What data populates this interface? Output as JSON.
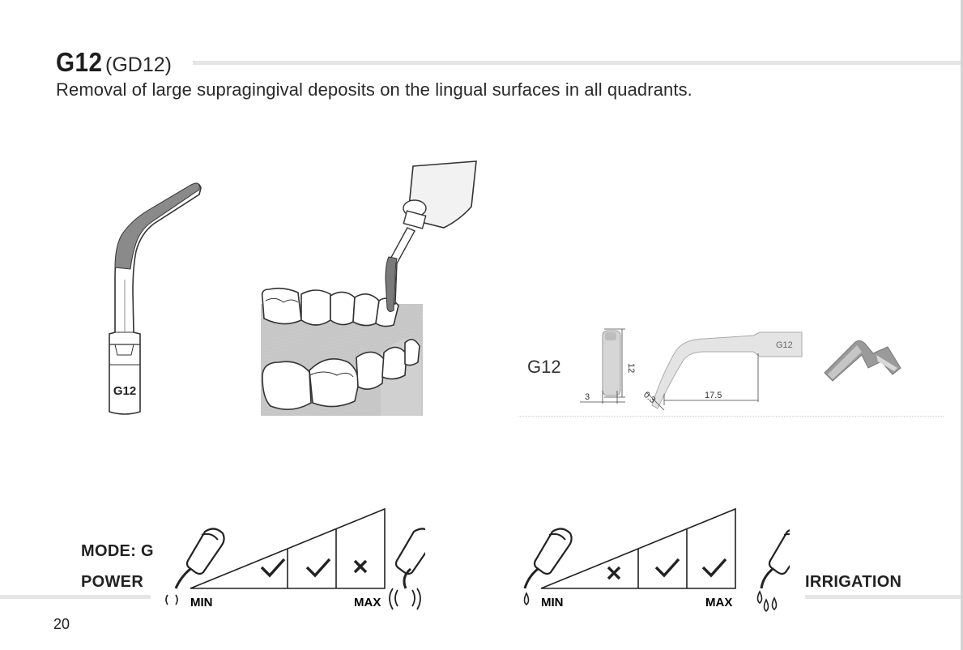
{
  "header": {
    "code": "G12",
    "alt_code": "(GD12)",
    "description": "Removal of large supragingival deposits on the lingual surfaces in all quadrants."
  },
  "tip_illustration": {
    "engraving": "G12"
  },
  "specs": {
    "model_label": "G12",
    "dim_height": "12",
    "dim_width": "3",
    "dim_tip": "0.3",
    "dim_length": "17.5",
    "marking": "G12"
  },
  "power": {
    "mode_label": "MODE: G",
    "label": "POWER",
    "min": "MIN",
    "max": "MAX",
    "levels": [
      "check",
      "check",
      "cross"
    ]
  },
  "irrigation": {
    "label": "IRRIGATION",
    "min": "MIN",
    "max": "MAX",
    "levels": [
      "cross",
      "check",
      "check"
    ]
  },
  "page_number": "20"
}
